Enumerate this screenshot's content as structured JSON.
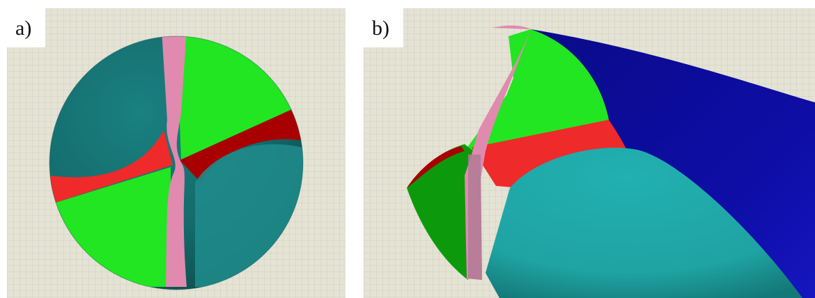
{
  "panels": [
    {
      "id": "a",
      "label": "a)"
    },
    {
      "id": "b",
      "label": "b)"
    }
  ],
  "colors": {
    "background": "#e4e3d4",
    "grid": "#c9c9bf",
    "teal_dark": "#146b6b",
    "teal_light": "#1fa3a3",
    "green": "#21e621",
    "green_dark": "#0c9a0c",
    "red": "#ee2a2a",
    "red_dark": "#a80000",
    "pink": "#e08ab0",
    "navy": "#0a0a8a"
  }
}
